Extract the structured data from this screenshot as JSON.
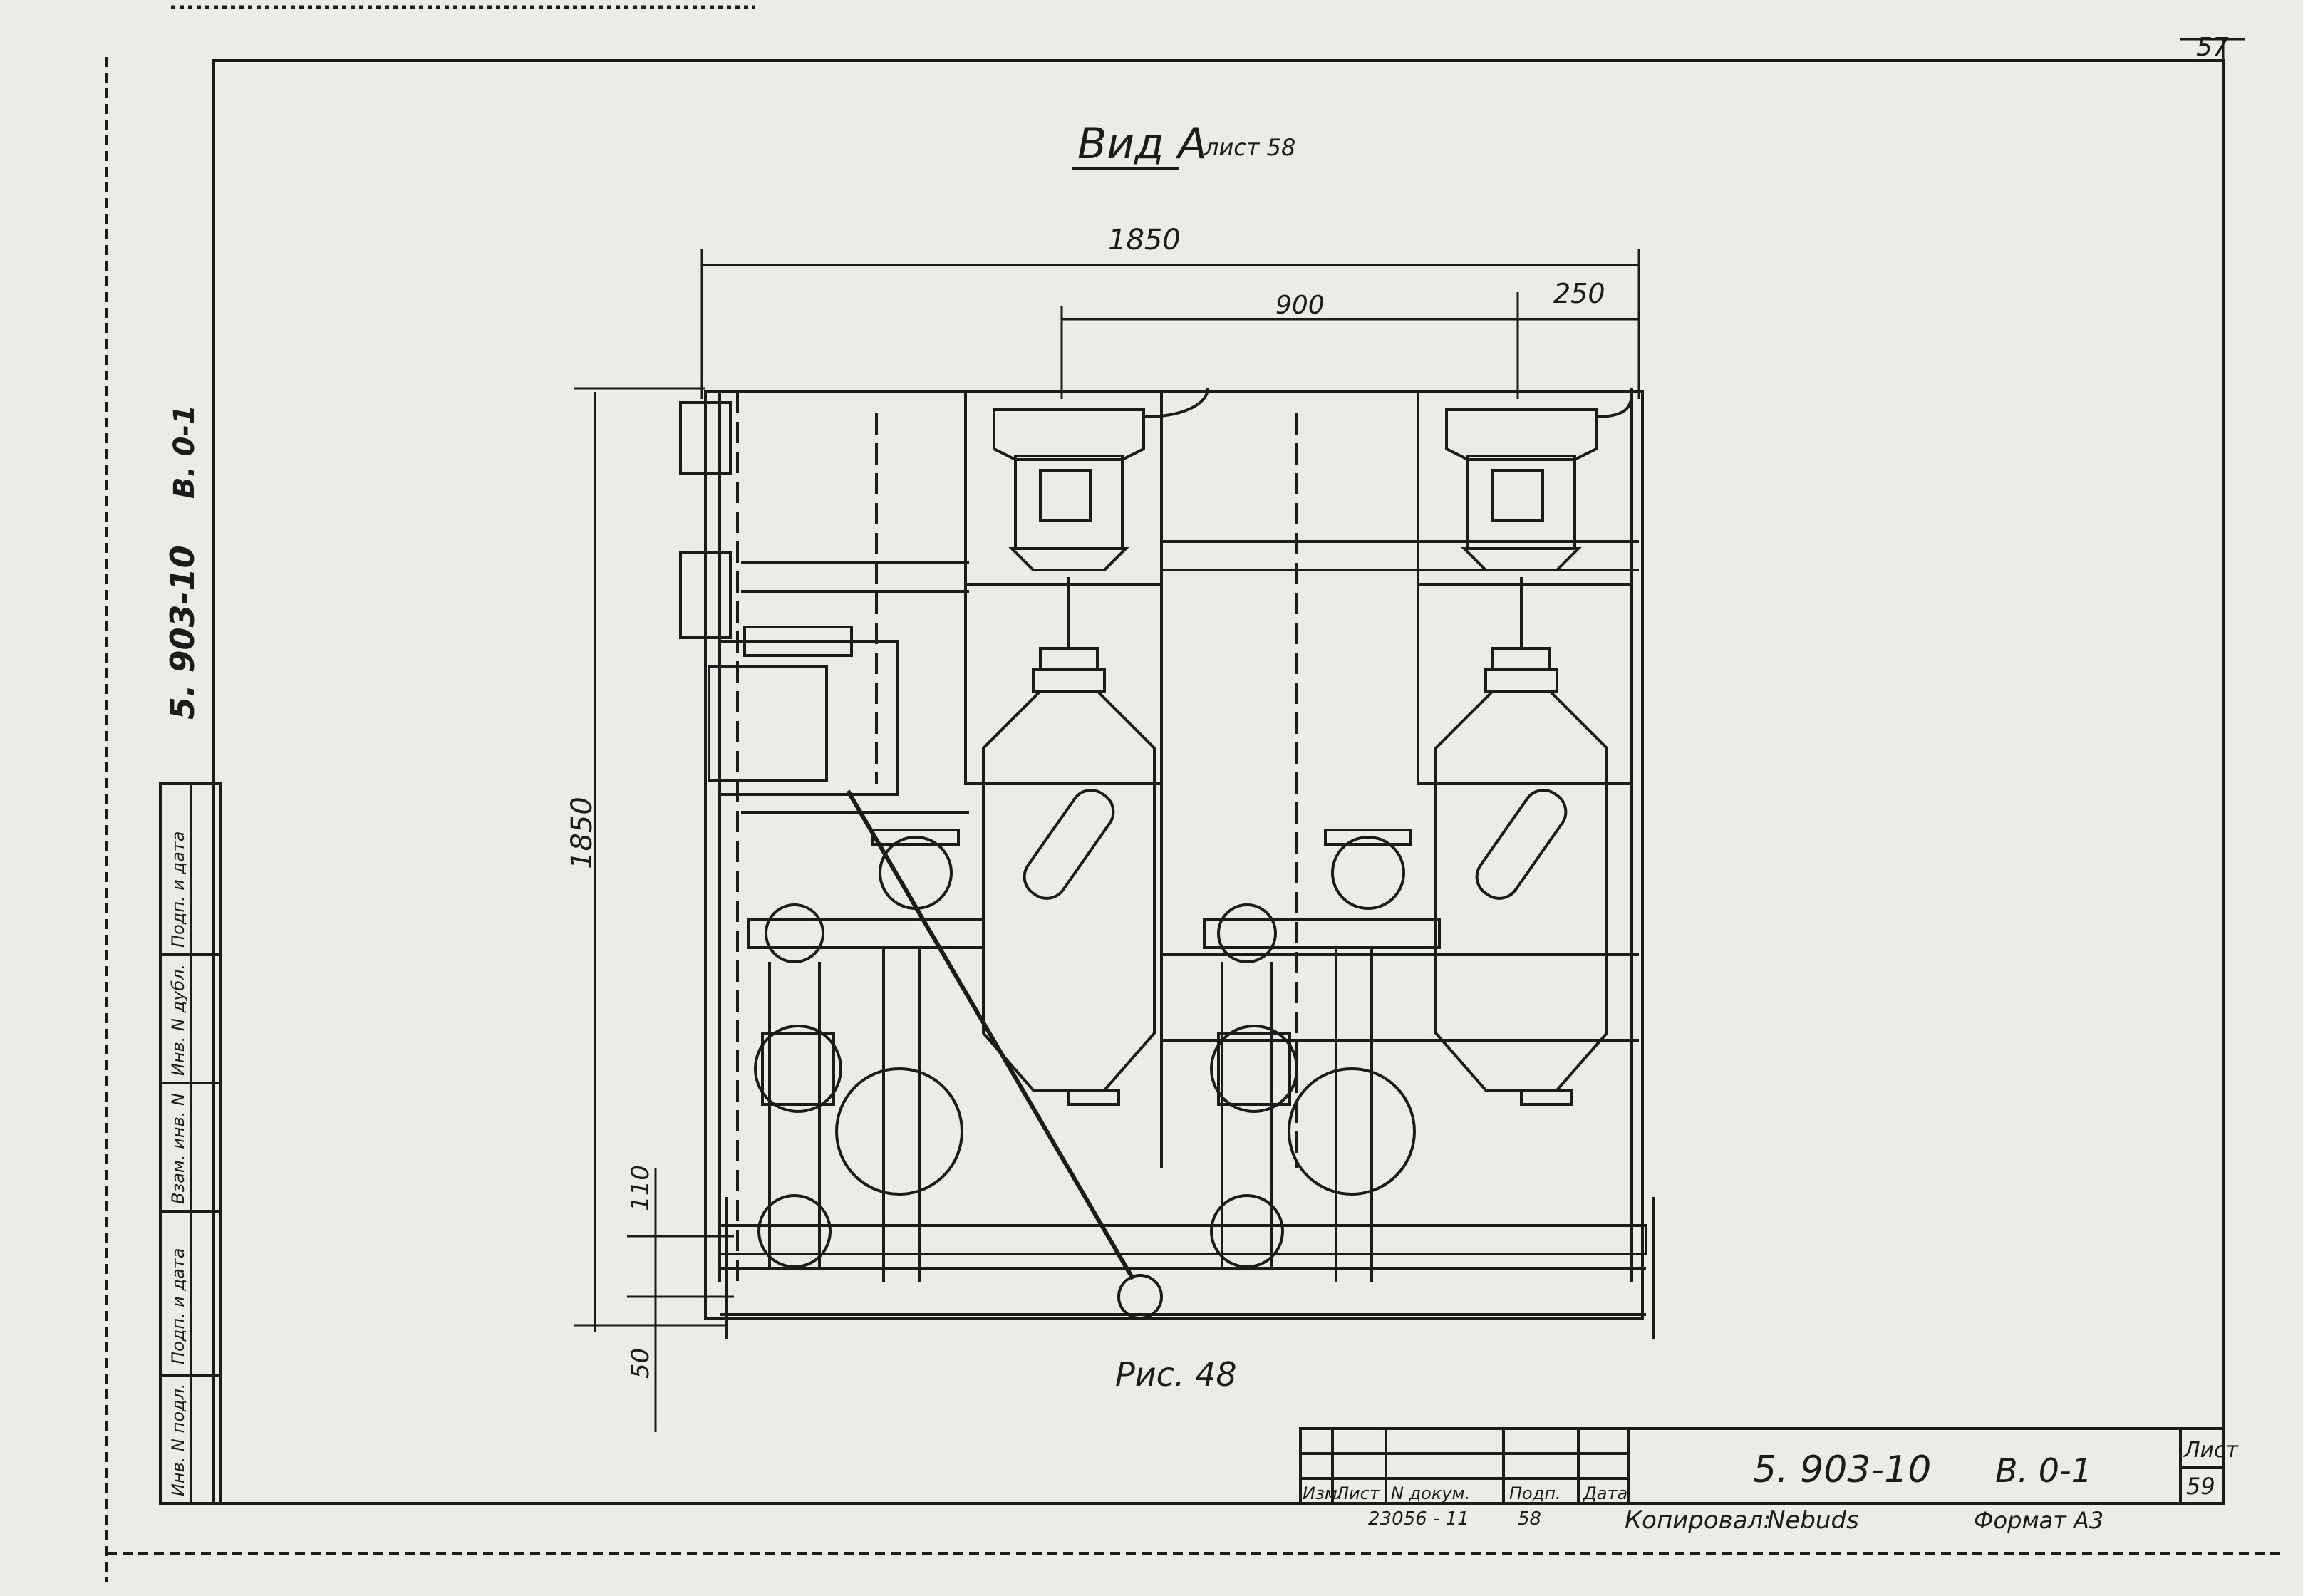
{
  "sheet": {
    "page_number": "57",
    "view_title": "Вид А",
    "view_ref": "лист 58",
    "figure_caption": "Рис. 48",
    "side_code": "5. 903-10",
    "side_variant": "В. 0-1"
  },
  "dimensions": {
    "overall_width": "1850",
    "overall_height": "1850",
    "axis_spacing": "900",
    "axis_offset": "250",
    "pipe_height": "110",
    "base_offset": "50"
  },
  "side_stamp": {
    "labels": [
      "Инв. N подл.",
      "Подп. и дата",
      "Взам. инв. N",
      "Инв. N дубл.",
      "Подп. и дата"
    ]
  },
  "title_block": {
    "headers": [
      "Изм.",
      "Лист",
      "N докум.",
      "Подп.",
      "Дата"
    ],
    "doc_code": "5. 903-10",
    "variant": "В. 0-1",
    "sheet_label": "Лист",
    "sheet_number": "59",
    "copy_number": "23056 - 11",
    "copy_sheet": "58",
    "copied_by_label": "Копировал:",
    "copied_by_signature": "Nebuds",
    "format": "Формат А3"
  }
}
